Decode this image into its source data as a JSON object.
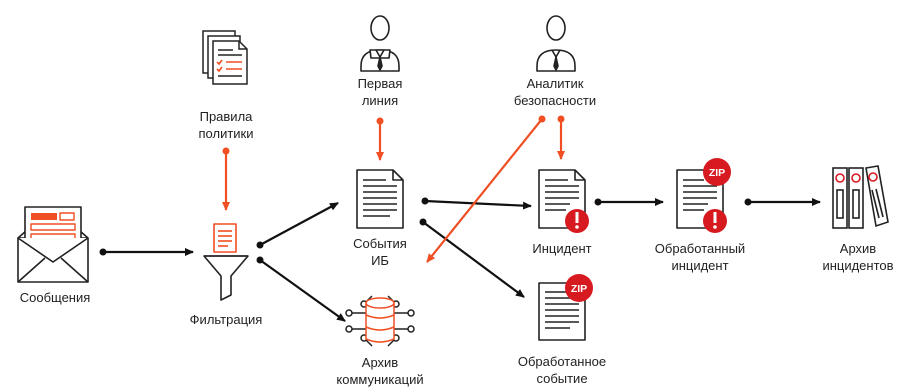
{
  "colors": {
    "accent": "#f04e23",
    "alert": "#d71920",
    "line": "#111111",
    "icon_stroke": "#222222",
    "icon_fill": "#ffffff",
    "text": "#222222"
  },
  "nodes": {
    "messages": {
      "label": "Сообщения",
      "icon": "email-form-icon"
    },
    "policy_rules": {
      "label_line1": "Правила",
      "label_line2": "политики",
      "icon": "policy-documents-icon"
    },
    "filtration": {
      "label": "Фильтрация",
      "icon": "funnel-filter-icon"
    },
    "first_line": {
      "label_line1": "Первая",
      "label_line2": "линия",
      "icon": "operator-person-icon"
    },
    "security_events": {
      "label_line1": "События",
      "label_line2": "ИБ",
      "icon": "document-icon"
    },
    "comm_archive": {
      "label_line1": "Архив",
      "label_line2": "коммуникаций",
      "icon": "database-icon"
    },
    "security_analyst": {
      "label_line1": "Аналитик",
      "label_line2": "безопасности",
      "icon": "analyst-person-icon"
    },
    "incident": {
      "label": "Инцидент",
      "icon": "document-alert-icon"
    },
    "processed_event": {
      "label_line1": "Обработанное",
      "label_line2": "событие",
      "icon": "document-zip-icon",
      "badge": "ZIP"
    },
    "processed_incident": {
      "label_line1": "Обработанный",
      "label_line2": "инцидент",
      "icon": "document-zip-alert-icon",
      "badge": "ZIP"
    },
    "incident_archive": {
      "label_line1": "Архив",
      "label_line2": "инцидентов",
      "icon": "binders-archive-icon"
    }
  },
  "edges": [
    {
      "from": "messages",
      "to": "filtration",
      "style": "black"
    },
    {
      "from": "policy_rules",
      "to": "filtration",
      "style": "orange"
    },
    {
      "from": "filtration",
      "to": "security_events",
      "style": "black"
    },
    {
      "from": "filtration",
      "to": "comm_archive",
      "style": "black"
    },
    {
      "from": "first_line",
      "to": "security_events",
      "style": "orange"
    },
    {
      "from": "security_events",
      "to": "incident",
      "style": "black"
    },
    {
      "from": "security_events",
      "to": "processed_event",
      "style": "black"
    },
    {
      "from": "security_analyst",
      "to": "security_events",
      "style": "orange"
    },
    {
      "from": "security_analyst",
      "to": "incident",
      "style": "orange"
    },
    {
      "from": "incident",
      "to": "processed_incident",
      "style": "black"
    },
    {
      "from": "processed_incident",
      "to": "incident_archive",
      "style": "black"
    }
  ]
}
